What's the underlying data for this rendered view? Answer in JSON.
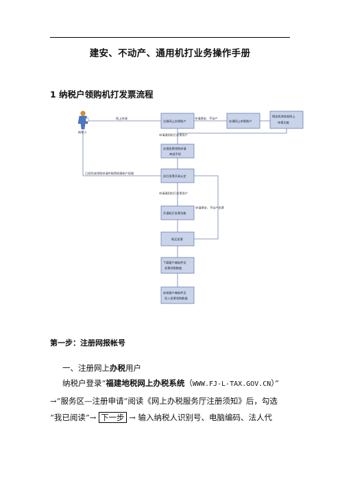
{
  "doc_title": "建安、不动产、通用机打业务操作手册",
  "section1_title": "1 纳税户领购机打发票流程",
  "flow": {
    "actor": "纳税人",
    "edge_internet_apply": "网上申请",
    "edge_apply_jianan": "申请建安、不动产",
    "edge_apply_general": "申请通用机打发票用户",
    "edge_general_account": "申请通用机打发票用户",
    "edge_jianan_property": "申请建安、不动产发票",
    "edge_feedback": "已经完成领购申请并取得网报帐户权限",
    "n_register": "注册网上办税帐户",
    "n_jianan_apply": "办理网上申报帐户",
    "n_tax_verify_1": "税务机关核准网上",
    "n_tax_verify_2": "申报功能",
    "n_ticket_1": "办理发票领购申请",
    "n_ticket_2": "审批手续",
    "n_machine": "机打发票开具认定",
    "n_open": "开通机打发票功能",
    "n_buy": "购买发票",
    "n_dl1_1": "下载客户端软件及",
    "n_dl1_2": "发票领购数据",
    "n_dl2_1": "安装客户端软件及",
    "n_dl2_2": "导入发票领购数据"
  },
  "step1_title": "第一步：注册网报帐号",
  "p1": {
    "pre": "一、注册网上",
    "bold": "办税",
    "post": "用户"
  },
  "p2": {
    "a": "纳税户登录“",
    "b": "福建地税网上办税系统",
    "c": "（",
    "url": "WWW.FJ-L-TAX.GOV.CN",
    "d": "）”",
    "e": "→“服务区—注册申请”阅读《网上办税服务厅注册须知》后，勾选",
    "f": "“我已阅读”→",
    "btn": "下一步",
    "g": "→ 输入纳税人识别号、电脑编码、法人代"
  }
}
